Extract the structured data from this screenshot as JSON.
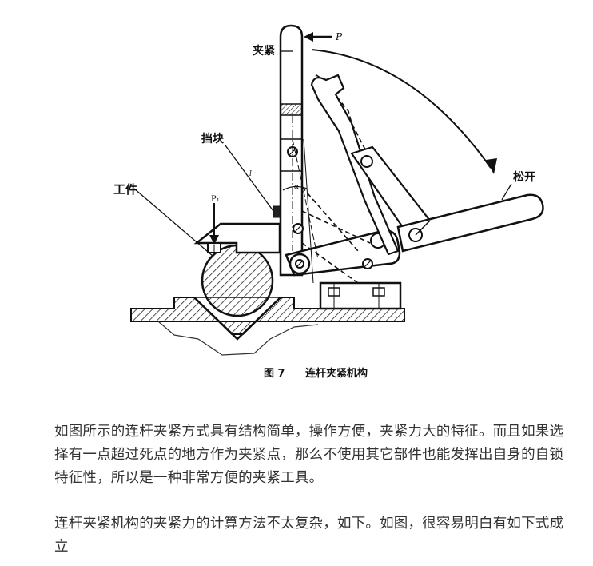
{
  "figure": {
    "label_clamp": "夹紧",
    "label_force_p": "P",
    "label_stop_block": "挡块",
    "label_workpiece": "工件",
    "label_release": "松开",
    "label_p1": "P₁",
    "label_alpha": "α",
    "label_l": "l",
    "caption_number": "图 7",
    "caption_title": "连杆夹紧机构"
  },
  "paragraphs": [
    "如图所示的连杆夹紧方式具有结构简单，操作方便，夹紧力大的特征。而且如果选择有一点超过死点的地方作为夹紧点，那么不使用其它部件也能发挥出自身的自锁特征性，所以是一种非常方便的夹紧工具。",
    "连杆夹紧机构的夹紧力的计算方法不太复杂，如下。如图，很容易明白有如下式成立"
  ]
}
